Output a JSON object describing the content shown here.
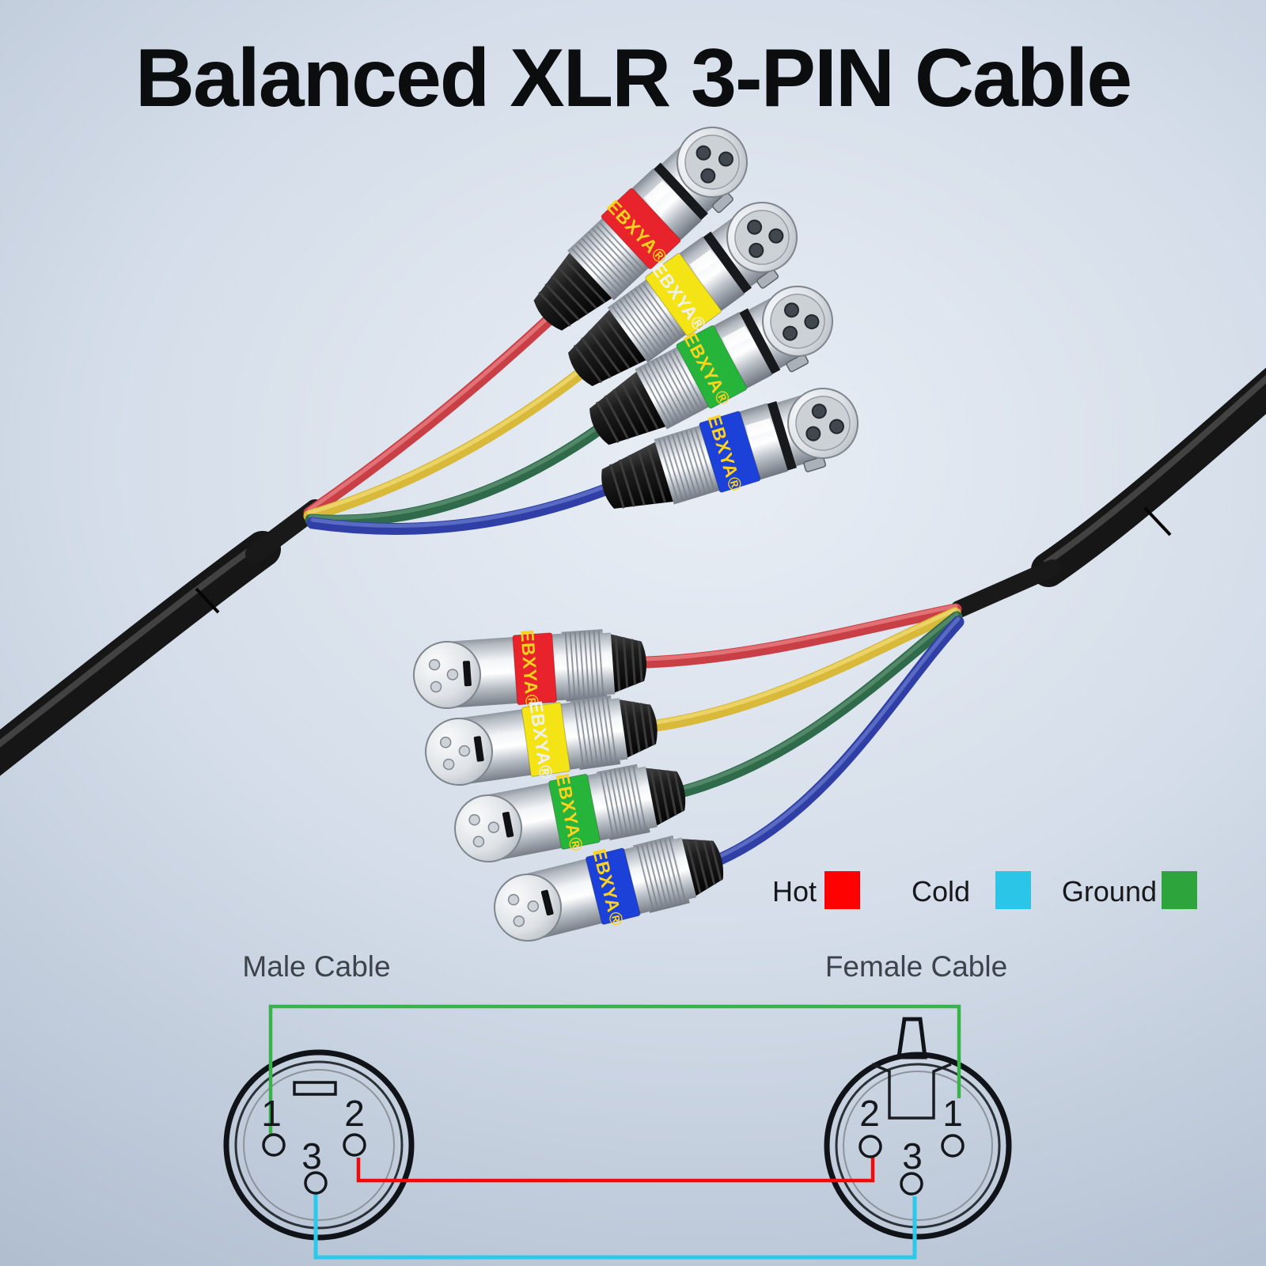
{
  "title": "Balanced XLR 3-PIN Cable",
  "brand": "EBXYA®",
  "legend": {
    "items": [
      {
        "label": "Hot",
        "color": "#fe0101"
      },
      {
        "label": "Cold",
        "color": "#2bc5e8"
      },
      {
        "label": "Ground",
        "color": "#2ea43c"
      }
    ]
  },
  "connectors": {
    "female_bands": [
      "#e8232b",
      "#f4e416",
      "#26b43b",
      "#1c41d9"
    ],
    "male_bands": [
      "#e8232b",
      "#f4e416",
      "#26b43b",
      "#1c41d9"
    ],
    "brand_text_colors": [
      "#ffd21e",
      "#eef0f2",
      "#ffd21e",
      "#ffd21e"
    ],
    "wire_colors": {
      "red": "#c84046",
      "yellow": "#d8b93a",
      "green": "#2f6b4b",
      "blue": "#2f3fa6"
    }
  },
  "diagram": {
    "male_label": "Male Cable",
    "female_label": "Female Cable",
    "male_pins": [
      "1",
      "2",
      "3"
    ],
    "female_pins": [
      "2",
      "1",
      "3"
    ],
    "line_colors": {
      "hot": "#f60809",
      "cold": "#2bc9eb",
      "ground": "#36b44a"
    }
  }
}
